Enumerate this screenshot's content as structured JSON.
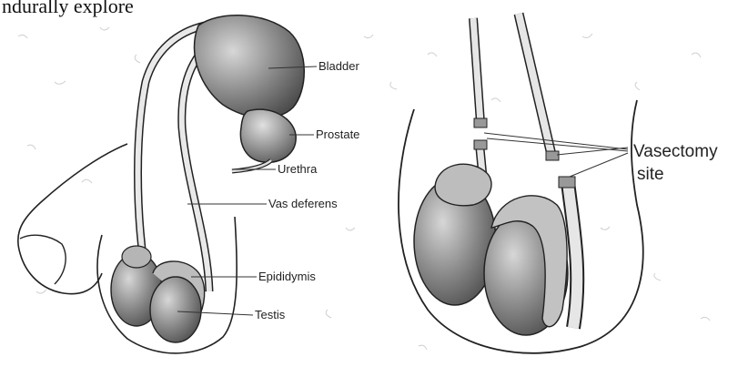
{
  "header_text": "ndurally explore",
  "left_figure": {
    "labels": {
      "bladder": "Bladder",
      "prostate": "Prostate",
      "urethra": "Urethra",
      "vas_deferens": "Vas deferens",
      "epididymis": "Epididymis",
      "testis": "Testis"
    }
  },
  "right_figure": {
    "labels": {
      "vasectomy_line1": "Vasectomy",
      "vasectomy_line2": "site"
    }
  },
  "colors": {
    "background": "#ffffff",
    "paper_texture": "#c8c8c8",
    "organ_fill": "#8a8a8a",
    "organ_dark": "#555555",
    "organ_light": "#c9c9c9",
    "outline": "#222222"
  }
}
